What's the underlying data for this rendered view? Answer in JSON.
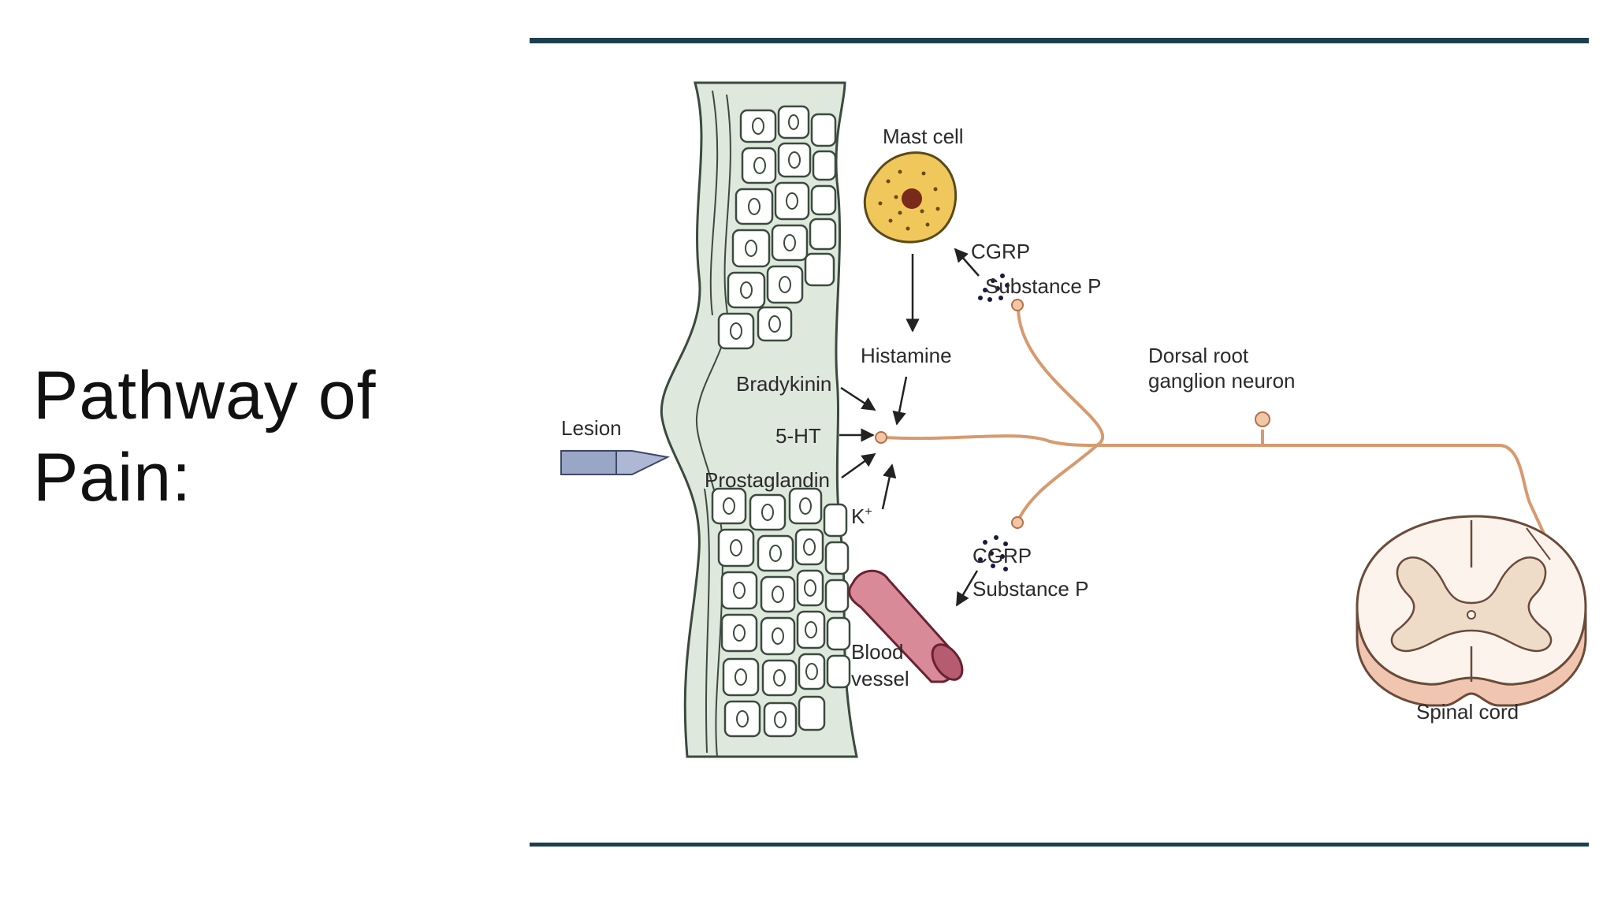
{
  "slide": {
    "title": "Pathway of Pain:"
  },
  "colors": {
    "rule": "#1c3f50",
    "neuron": "#d79a6e",
    "tissue": "#dfe8dd",
    "mast_cell": "#f0c75a",
    "blood_vessel": "#d98a98",
    "spinal_cord": "#f3d9c8"
  },
  "diagram": {
    "labels": {
      "mast_cell": "Mast cell",
      "cgrp_top": "CGRP",
      "substance_p_top": "Substance P",
      "histamine": "Histamine",
      "bradykinin": "Bradykinin",
      "five_ht": "5-HT",
      "prostaglandin": "Prostaglandin",
      "potassium": "K",
      "potassium_charge": "+",
      "lesion": "Lesion",
      "dorsal_root_line1": "Dorsal root",
      "dorsal_root_line2": "ganglion neuron",
      "cgrp_bottom": "CGRP",
      "substance_p_bottom": "Substance P",
      "blood_line1": "Blood",
      "blood_line2": "vessel",
      "spinal_cord": "Spinal cord"
    }
  }
}
